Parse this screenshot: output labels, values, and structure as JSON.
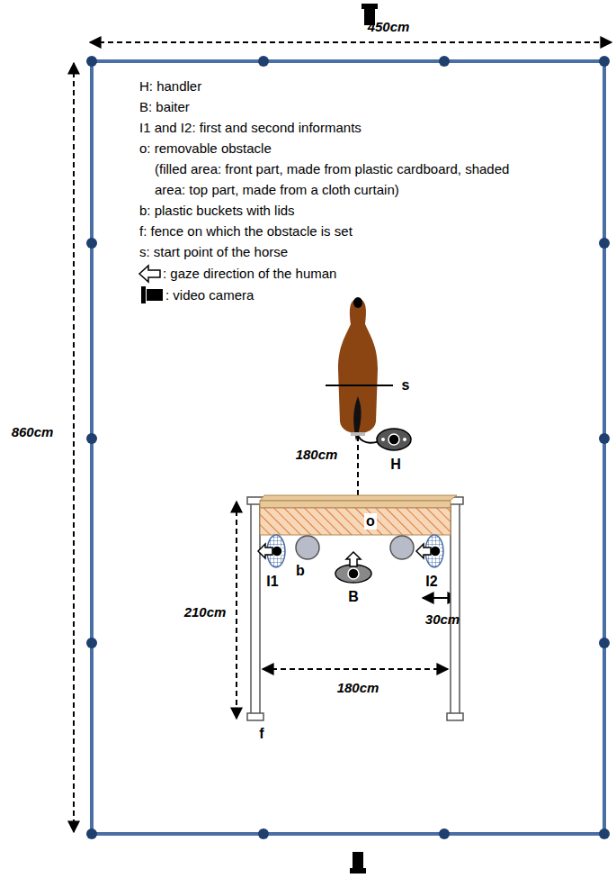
{
  "diagram": {
    "labels": [
      "450cm",
      "860cm",
      "180cm",
      "180cm",
      "210cm",
      "30cm",
      "s",
      "H",
      "o",
      "b",
      "I1",
      "I2",
      "B",
      "f"
    ],
    "legend": [
      {
        "text": "H: handler"
      },
      {
        "text": "B: baiter"
      },
      {
        "text": "I1 and I2: first and second informants"
      },
      {
        "text": "o: removable obstacle"
      },
      {
        "text": "(filled area: front part, made from plastic cardboard, shaded area: top part, made from a cloth curtain)"
      },
      {
        "text": "b: plastic buckets with lids"
      },
      {
        "text": "f: fence on which the obstacle is set"
      },
      {
        "text": "s: start point of the horse"
      },
      {
        "text": ": gaze direction of the human"
      },
      {
        "text": ": video camera"
      }
    ]
  }
}
